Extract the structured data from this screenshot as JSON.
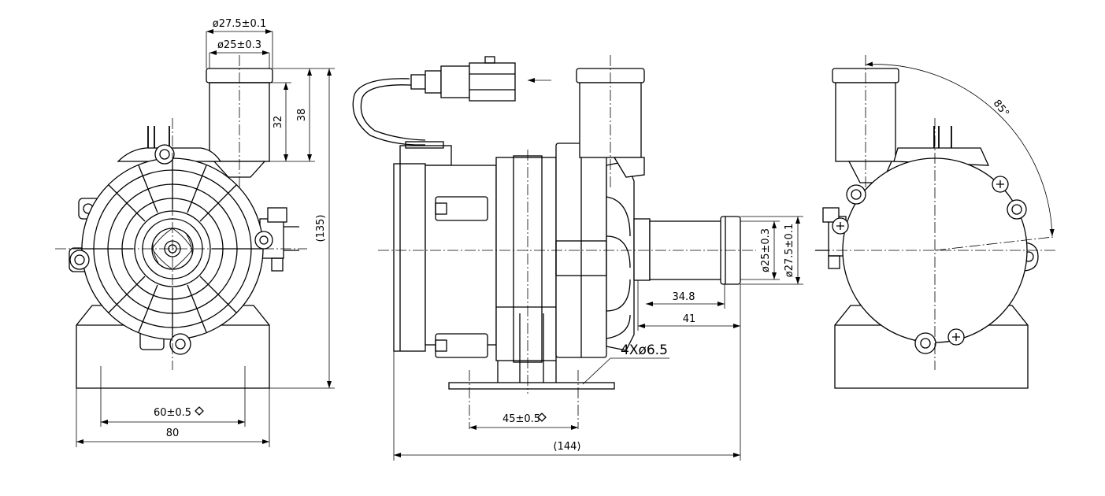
{
  "dimensions": {
    "outlet_outer_diameter_top": "ø27.5±0.1",
    "outlet_inner_diameter_top": "ø25±0.3",
    "height_32": "32",
    "height_38": "38",
    "total_height": "(135)",
    "mount_hole_spacing_front": "60±0.5",
    "base_width": "80",
    "inlet_inner_diameter": "ø25±0.3",
    "inlet_outer_diameter": "ø27.5±0.1",
    "inlet_length_34_8": "34.8",
    "inlet_length_41": "41",
    "mount_holes": "4Xø6.5",
    "mount_hole_spacing_side": "45±0.5",
    "total_length": "(144)",
    "outlet_angle": "85°"
  }
}
